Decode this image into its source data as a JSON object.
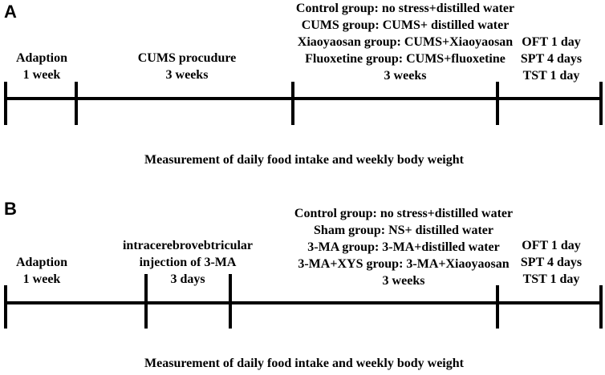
{
  "panel_a": {
    "label": "A",
    "adaption": [
      "Adaption",
      "1 week"
    ],
    "cums": [
      "CUMS procudure",
      "3 weeks"
    ],
    "groups": [
      "Control group: no stress+distilled water",
      "CUMS group: CUMS+ distilled water",
      "Xiaoyaosan group: CUMS+Xiaoyaosan",
      "Fluoxetine group: CUMS+fluoxetine",
      "3 weeks"
    ],
    "tests": [
      "OFT 1 day",
      "SPT 4 days",
      "TST 1 day"
    ],
    "measurement": "Measurement of daily food intake and weekly body weight"
  },
  "panel_b": {
    "label": "B",
    "adaption": [
      "Adaption",
      "1 week"
    ],
    "injection": [
      "intracerebrovebtricular",
      "injection of 3-MA",
      "3 days"
    ],
    "groups": [
      "Control group: no stress+distilled water",
      "Sham group: NS+ distilled water",
      "3-MA group: 3-MA+distilled water",
      "3-MA+XYS group: 3-MA+Xiaoyaosan",
      "3 weeks"
    ],
    "tests": [
      "OFT 1 day",
      "SPT 4 days",
      "TST 1 day"
    ],
    "measurement": "Measurement of daily food intake and weekly body weight"
  }
}
